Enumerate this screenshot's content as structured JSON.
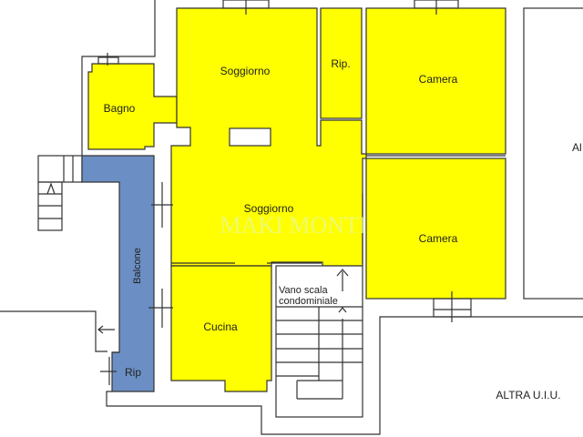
{
  "rooms": {
    "soggiorno_top": "Soggiorno",
    "rip_top": "Rip.",
    "camera_top": "Camera",
    "bagno": "Bagno",
    "soggiorno_main": "Soggiorno",
    "camera_bottom": "Camera",
    "balcone": "Balcone",
    "vano_scala_1": "Vano scala",
    "vano_scala_2": "condominiale",
    "cucina": "Cucina",
    "rip_bottom": "Rip",
    "altra_uiu": "ALTRA U.I.U.",
    "altra_right_cut": "Al"
  },
  "watermark": "MAKI MONTI",
  "colors": {
    "room": "#ffff00",
    "balcony": "#6b8fc4",
    "walls": "#333333"
  }
}
